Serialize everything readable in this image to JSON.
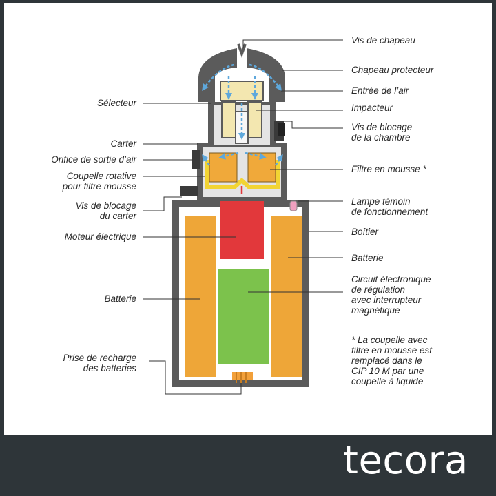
{
  "labels": {
    "vis_de_chapeau": "Vis de chapeau",
    "chapeau_protecteur": "Chapeau protecteur",
    "entree_air": "Entrée de l’air",
    "impacteur": "Impacteur",
    "vis_blocage_chambre_1": "Vis de blocage",
    "vis_blocage_chambre_2": "de la chambre",
    "filtre_mousse": "Filtre en mousse *",
    "lampe_1": "Lampe témoin",
    "lampe_2": "de fonctionnement",
    "boitier": "Boîtier",
    "batterie_droite": "Batterie",
    "circuit_1": "Circuit électronique",
    "circuit_2": "de régulation",
    "circuit_3": "avec interrupteur",
    "circuit_4": "magnétique",
    "selecteur": "Sélecteur",
    "carter": "Carter",
    "orifice": "Orifice de sortie d’air",
    "coupelle_1": "Coupelle rotative",
    "coupelle_2": "pour filtre mousse",
    "vis_carter_1": "Vis de blocage",
    "vis_carter_2": "du carter",
    "moteur": "Moteur électrique",
    "batterie_gauche": "Batterie",
    "prise_1": "Prise de recharge",
    "prise_2": "des batteries"
  },
  "note": {
    "line1": "* La coupelle avec",
    "line2": "filtre en mousse est",
    "line3": "remplacé dans le",
    "line4": "CIP 10 M par une",
    "line5": "coupelle à liquide"
  },
  "brand": {
    "name": "tecora"
  },
  "colors": {
    "battery": "#eea638",
    "motor": "#e2383b",
    "circuit": "#7cc24c",
    "foam": "#f0a93a",
    "cup": "#f2d433",
    "housing": "#5b5b5b",
    "air_arrow": "#5ea8dc",
    "footer": "#2e3539"
  }
}
